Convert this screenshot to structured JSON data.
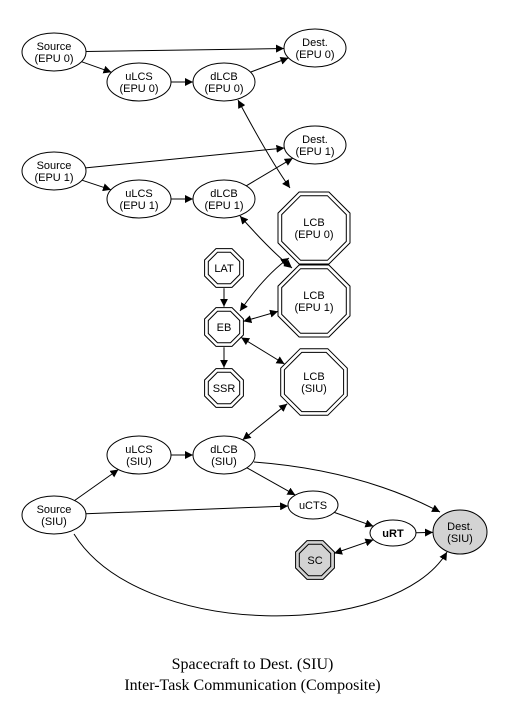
{
  "diagram": {
    "title_line1": "Spacecraft to Dest. (SIU)",
    "title_line2": "Inter-Task Communication (Composite)",
    "colors": {
      "stroke": "#000000",
      "fill": "#ffffff",
      "highlight_fill": "#d3d3d3"
    },
    "nodes": [
      {
        "id": "source_epu0",
        "lines": [
          "Source",
          "(EPU 0)"
        ],
        "shape": "ellipse"
      },
      {
        "id": "dest_epu0",
        "lines": [
          "Dest.",
          "(EPU 0)"
        ],
        "shape": "ellipse"
      },
      {
        "id": "ulcs_epu0",
        "lines": [
          "uLCS",
          "(EPU 0)"
        ],
        "shape": "ellipse"
      },
      {
        "id": "dlcb_epu0",
        "lines": [
          "dLCB",
          "(EPU 0)"
        ],
        "shape": "ellipse"
      },
      {
        "id": "source_epu1",
        "lines": [
          "Source",
          "(EPU 1)"
        ],
        "shape": "ellipse"
      },
      {
        "id": "dest_epu1",
        "lines": [
          "Dest.",
          "(EPU 1)"
        ],
        "shape": "ellipse"
      },
      {
        "id": "ulcs_epu1",
        "lines": [
          "uLCS",
          "(EPU 1)"
        ],
        "shape": "ellipse"
      },
      {
        "id": "dlcb_epu1",
        "lines": [
          "dLCB",
          "(EPU 1)"
        ],
        "shape": "ellipse"
      },
      {
        "id": "lcb_epu0",
        "lines": [
          "LCB",
          "(EPU 0)"
        ],
        "shape": "double-octagon"
      },
      {
        "id": "lat",
        "lines": [
          "LAT"
        ],
        "shape": "double-octagon"
      },
      {
        "id": "lcb_epu1",
        "lines": [
          "LCB",
          "(EPU 1)"
        ],
        "shape": "double-octagon"
      },
      {
        "id": "eb",
        "lines": [
          "EB"
        ],
        "shape": "double-octagon"
      },
      {
        "id": "ssr",
        "lines": [
          "SSR"
        ],
        "shape": "double-octagon"
      },
      {
        "id": "lcb_siu",
        "lines": [
          "LCB",
          "(SIU)"
        ],
        "shape": "double-octagon"
      },
      {
        "id": "ulcs_siu",
        "lines": [
          "uLCS",
          "(SIU)"
        ],
        "shape": "ellipse"
      },
      {
        "id": "dlcb_siu",
        "lines": [
          "dLCB",
          "(SIU)"
        ],
        "shape": "ellipse"
      },
      {
        "id": "source_siu",
        "lines": [
          "Source",
          "(SIU)"
        ],
        "shape": "ellipse"
      },
      {
        "id": "ucts",
        "lines": [
          "uCTS"
        ],
        "shape": "ellipse"
      },
      {
        "id": "urt",
        "lines": [
          "uRT"
        ],
        "shape": "ellipse-bold"
      },
      {
        "id": "dest_siu",
        "lines": [
          "Dest.",
          "(SIU)"
        ],
        "shape": "ellipse-filled"
      },
      {
        "id": "sc",
        "lines": [
          "SC"
        ],
        "shape": "double-octagon-filled"
      }
    ],
    "edges": [
      {
        "from": "source_epu0",
        "to": "dest_epu0",
        "dir": "forward"
      },
      {
        "from": "source_epu0",
        "to": "ulcs_epu0",
        "dir": "forward"
      },
      {
        "from": "ulcs_epu0",
        "to": "dlcb_epu0",
        "dir": "forward"
      },
      {
        "from": "dlcb_epu0",
        "to": "dest_epu0",
        "dir": "forward"
      },
      {
        "from": "dlcb_epu0",
        "to": "lcb_epu0",
        "dir": "both"
      },
      {
        "from": "source_epu1",
        "to": "dest_epu1",
        "dir": "forward"
      },
      {
        "from": "source_epu1",
        "to": "ulcs_epu1",
        "dir": "forward"
      },
      {
        "from": "ulcs_epu1",
        "to": "dlcb_epu1",
        "dir": "forward"
      },
      {
        "from": "dlcb_epu1",
        "to": "dest_epu1",
        "dir": "forward"
      },
      {
        "from": "dlcb_epu1",
        "to": "lcb_epu1",
        "dir": "both"
      },
      {
        "from": "lat",
        "to": "eb",
        "dir": "forward"
      },
      {
        "from": "eb",
        "to": "ssr",
        "dir": "forward"
      },
      {
        "from": "eb",
        "to": "lcb_epu0",
        "dir": "both"
      },
      {
        "from": "eb",
        "to": "lcb_epu1",
        "dir": "both"
      },
      {
        "from": "eb",
        "to": "lcb_siu",
        "dir": "both"
      },
      {
        "from": "dlcb_siu",
        "to": "lcb_siu",
        "dir": "both"
      },
      {
        "from": "source_siu",
        "to": "ulcs_siu",
        "dir": "forward"
      },
      {
        "from": "ulcs_siu",
        "to": "dlcb_siu",
        "dir": "forward"
      },
      {
        "from": "dlcb_siu",
        "to": "ucts",
        "dir": "forward"
      },
      {
        "from": "dlcb_siu",
        "to": "dest_siu",
        "dir": "forward"
      },
      {
        "from": "source_siu",
        "to": "ucts",
        "dir": "forward"
      },
      {
        "from": "ucts",
        "to": "urt",
        "dir": "forward"
      },
      {
        "from": "urt",
        "to": "dest_siu",
        "dir": "forward"
      },
      {
        "from": "sc",
        "to": "urt",
        "dir": "both"
      },
      {
        "from": "source_siu",
        "to": "dest_siu",
        "dir": "forward"
      }
    ]
  }
}
